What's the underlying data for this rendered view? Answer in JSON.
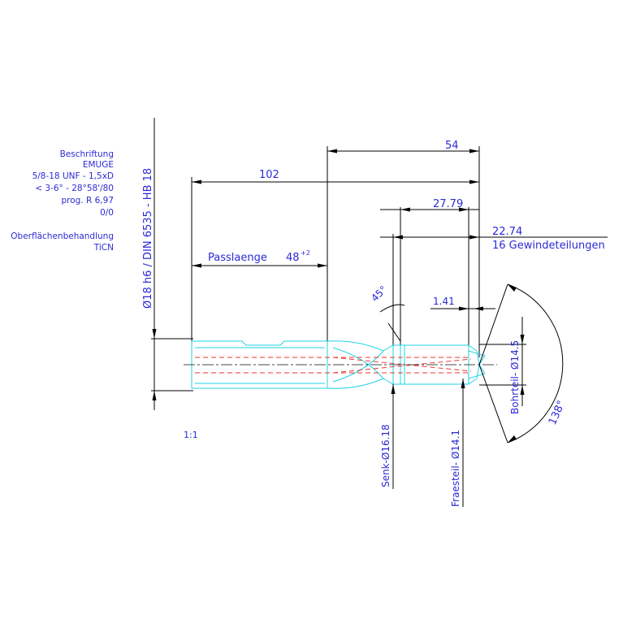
{
  "notes": {
    "lines": [
      "Beschriftung",
      "EMUGE",
      "5/8-18 UNF - 1,5xD",
      "< 3-6° - 28°58'/80",
      "prog. R 6,97",
      "0/0"
    ],
    "surface_label": "Oberflächenbehandlung",
    "surface_value": "TiCN"
  },
  "shank_spec": "Ø18 h6 / DIN 6535 - HB 18",
  "dimensions": {
    "d54": "54",
    "d102": "102",
    "d2779": "27.79",
    "d2274": "22.74",
    "thread_divisions": "16 Gewindeteilungen",
    "fit_length_label": "Passlaenge",
    "fit_length_value": "48",
    "fit_length_tol": "+2",
    "angle45": "45°",
    "d141": "1.41",
    "bohrteil": "Bohrteil- Ø14.5",
    "angle138": "138°",
    "senk": "Senk-Ø16.18",
    "fraesteil": "Fraesteil- Ø14.1"
  },
  "scale": "1:1",
  "colors": {
    "text": "#2b2bd6",
    "dimension_lines": "#000000",
    "part_outline": "#22d3e6",
    "hidden_lines": "#e53935"
  }
}
